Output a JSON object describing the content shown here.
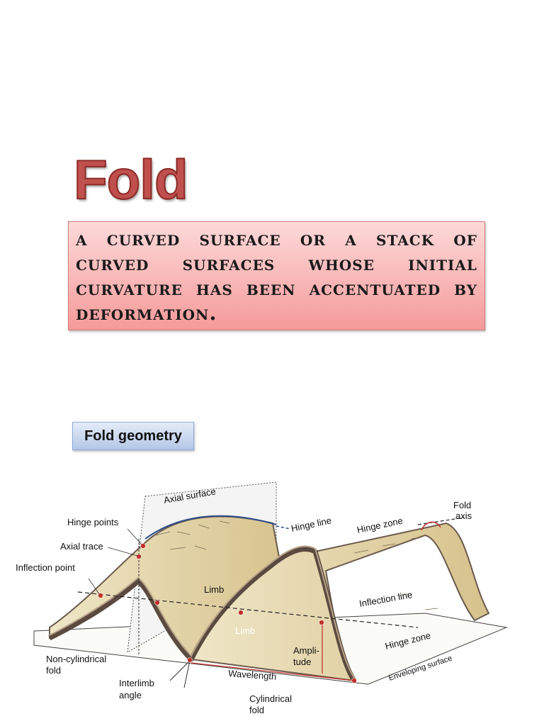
{
  "title": "Fold",
  "definition": "A curved surface or a stack of curved surfaces whose initial curvature has been accentuated by deformation.",
  "subheading": "Fold geometry",
  "diagram_labels": {
    "axial_surface": "Axial surface",
    "hinge_points": "Hinge points",
    "hinge_line": "Hinge line",
    "axial_trace": "Axial trace",
    "inflection_point": "Inflection point",
    "hinge_zone_top": "Hinge zone",
    "fold_axis_line1": "Fold",
    "fold_axis_line2": "axis",
    "limb_upper": "Limb",
    "limb_lower": "Limb",
    "inflection_line": "Inflection line",
    "hinge_zone_bottom": "Hinge zone",
    "enveloping_surface": "Enveloping surface",
    "amplitude_line1": "Ampli-",
    "amplitude_line2": "tude",
    "wavelength": "Wavelength",
    "non_cylindrical_line1": "Non-cylindrical",
    "non_cylindrical_line2": "fold",
    "interlimb_line1": "Interlimb",
    "interlimb_line2": "angle",
    "cylindrical_line1": "Cylindrical",
    "cylindrical_line2": "fold"
  },
  "colors": {
    "title": "#c0504d",
    "definition_box": "#f59a9a",
    "subheading_box": "#b4c7e7",
    "fold_surface": "#e4d5aa",
    "fold_edge": "#6b5a4c",
    "marker": "#c0302a"
  }
}
